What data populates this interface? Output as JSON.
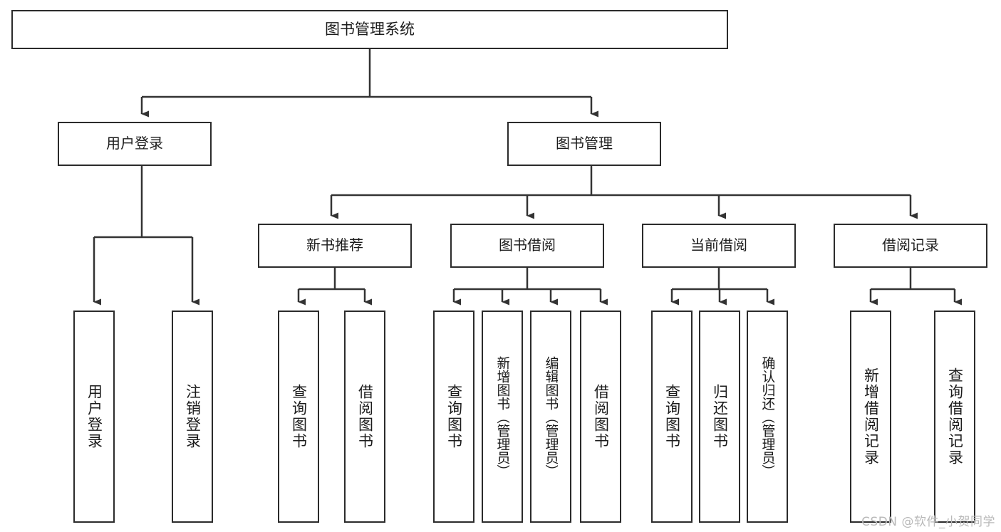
{
  "diagram": {
    "title": "图书管理系统",
    "watermark": "CSDN @软件_小贺同学",
    "colors": {
      "box_border": "#2b2b2b",
      "box_fill": "#ffffff",
      "connector": "#333333",
      "text": "#1b1b1b",
      "watermark": "#b9b9b9",
      "background": "#ffffff"
    },
    "root": {
      "label": "图书管理系统"
    },
    "level1": [
      {
        "label": "用户登录"
      },
      {
        "label": "图书管理"
      }
    ],
    "level2": [
      {
        "label": "新书推荐"
      },
      {
        "label": "图书借阅"
      },
      {
        "label": "当前借阅"
      },
      {
        "label": "借阅记录"
      }
    ],
    "leaves": {
      "user_login": [
        {
          "label": "用户登录"
        },
        {
          "label": "注销登录"
        }
      ],
      "new_book_recommend": [
        {
          "label": "查询图书"
        },
        {
          "label": "借阅图书"
        }
      ],
      "book_borrow": [
        {
          "label": "查询图书"
        },
        {
          "label": "新增图书（管理员）"
        },
        {
          "label": "编辑图书（管理员）"
        },
        {
          "label": "借阅图书"
        }
      ],
      "current_borrow": [
        {
          "label": "查询图书"
        },
        {
          "label": "归还图书"
        },
        {
          "label": "确认归还（管理员）"
        }
      ],
      "borrow_record": [
        {
          "label": "新增借阅记录"
        },
        {
          "label": "查询借阅记录"
        }
      ]
    }
  }
}
